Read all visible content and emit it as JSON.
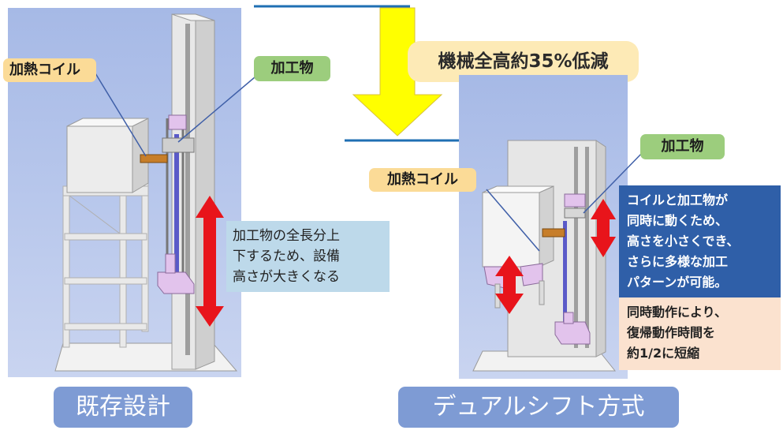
{
  "reduction_label": "機械全高約35%低減",
  "left": {
    "heating_coil_label": "加熱コイル",
    "workpiece_label": "加工物",
    "note": "加工物の全長分上\n下するため、設備\n高さが大きくなる",
    "caption": "既存設計"
  },
  "right": {
    "heating_coil_label": "加熱コイル",
    "workpiece_label": "加工物",
    "benefit_note": "コイルと加工物が\n同時に動くため、\n高さを小さくでき、\nさらに多様な加工\nパターンが可能。",
    "time_note": "同時動作により、\n復帰動作時間を\n約1/2に短縮",
    "caption": "デュアルシフト方式"
  },
  "colors": {
    "panel": "#a9bbe6",
    "arrow_red": "#e8141b",
    "arrow_yellow": "#ffff00",
    "label_orange": "#fbdb97",
    "label_green": "#9ccd7d",
    "note_blue": "#2f5fa8",
    "note_peach": "#fbe2cf",
    "caption_blue": "#7e9bd4"
  }
}
